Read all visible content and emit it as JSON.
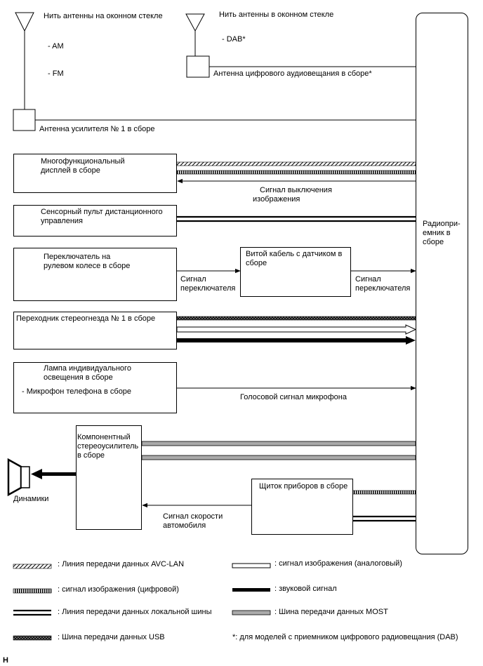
{
  "antennas": {
    "glass_left": {
      "title": "Нить антенны на оконном стекле",
      "sub1": "- AM",
      "sub2": "- FM"
    },
    "glass_right": {
      "title": "Нить антенны в оконном стекле",
      "sub1": "- DAB*"
    },
    "dab_assy": "Антенна цифрового аудиовещания в сборе*",
    "amp_assy": "Антенна усилителя № 1 в сборе"
  },
  "radio": {
    "line1": "Радиопри-",
    "line2": "емник в",
    "line3": "сборе"
  },
  "mfd": {
    "line1": "Многофункциональный",
    "line2": "дисплей в сборе",
    "signal1": "Сигнал выключения",
    "signal2": "изображения"
  },
  "remote_touch": {
    "line1": "Сенсорный пульт дистанционного",
    "line2": "управления"
  },
  "steering_switch": {
    "line1": "Переключатель на",
    "line2": "рулевом колесе в сборе",
    "signal1": "Сигнал",
    "signal2": "переключателя"
  },
  "spiral_cable": {
    "line1": "Витой кабель с датчиком в",
    "line2": "сборе",
    "signal1": "Сигнал",
    "signal2": "переключателя"
  },
  "stereo_jack": {
    "label": "Переходник стереогнезда № 1 в сборе"
  },
  "map_lamp": {
    "line1": "Лампа индивидуального",
    "line2": "освещения в сборе",
    "line3": "- Микрофон телефона в сборе",
    "signal": "Голосовой сигнал микрофона"
  },
  "amplifier": {
    "line1": "Компонентный",
    "line2": "стереоусилитель",
    "line3": "в сборе"
  },
  "speakers": {
    "label": "Динамики"
  },
  "meter": {
    "label": "Щиток приборов в сборе",
    "signal1": "Сигнал скорости",
    "signal2": "автомобиля"
  },
  "legend": {
    "avc_lan": ": Линия передачи данных AVC-LAN",
    "video_analog": ": сигнал изображения (аналоговый)",
    "video_digital": ": сигнал изображения (цифровой)",
    "audio": ": звуковой сигнал",
    "local_bus": ": Линия передачи данных локальной шины",
    "most": ": Шина передачи данных MOST",
    "usb": ": Шина передачи данных USB",
    "footnote": "*: для моделей с приемником цифрового радиовещания (DAB)"
  },
  "figure_code": "H"
}
